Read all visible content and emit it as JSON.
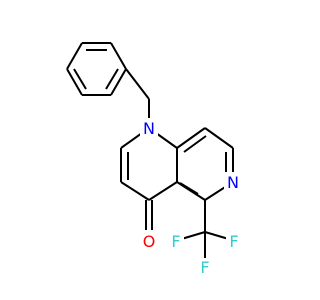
{
  "molecule": {
    "atoms": [
      {
        "id": "N1",
        "symbol": "N",
        "color": "#0000FF"
      },
      {
        "id": "N6",
        "symbol": "N",
        "color": "#0000FF"
      },
      {
        "id": "O4",
        "symbol": "O",
        "color": "#FF0000"
      },
      {
        "id": "F1",
        "symbol": "F",
        "color": "#33CCCC"
      },
      {
        "id": "F2",
        "symbol": "F",
        "color": "#33CCCC"
      },
      {
        "id": "F3",
        "symbol": "F",
        "color": "#33CCCC"
      }
    ]
  }
}
